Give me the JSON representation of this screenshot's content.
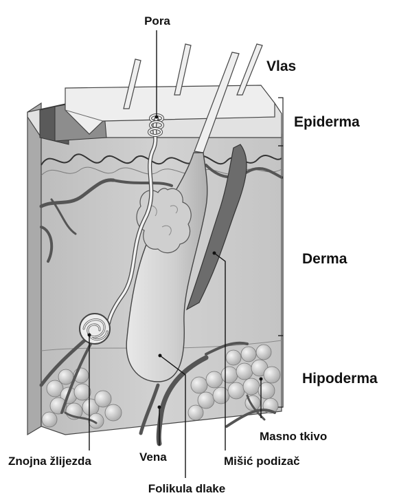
{
  "labels": {
    "pore": "Pora",
    "hair": "Vlas",
    "epidermis": "Epiderma",
    "dermis": "Derma",
    "hypodermis": "Hipoderma",
    "fat_tissue": "Masno tkivo",
    "sweat_gland": "Znojna žlijezda",
    "vein": "Vena",
    "arrector_muscle": "Mišić podizač",
    "hair_follicle": "Folikula dlake"
  },
  "colors": {
    "skin_front": "#c9c9c9",
    "skin_side": "#b3b3b3",
    "epidermis_top": "#e6e6e6",
    "vessels": "#555555",
    "muscle": "#6e6e6e",
    "follicle": "#d6d6d6",
    "text": "#111111"
  }
}
